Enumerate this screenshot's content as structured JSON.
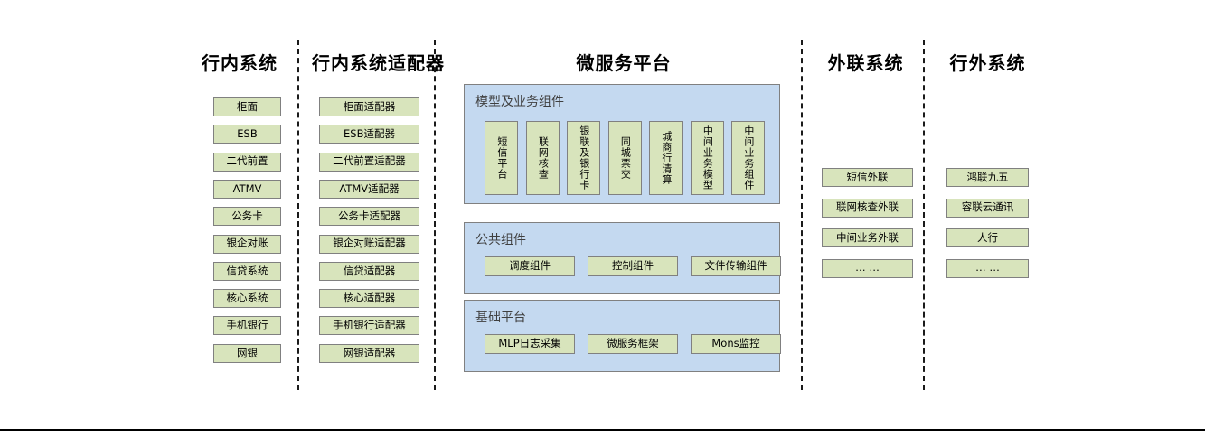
{
  "diagram": {
    "columns": [
      {
        "id": "inbank",
        "title": "行内系统",
        "nodes": [
          "柜面",
          "ESB",
          "二代前置",
          "ATMV",
          "公务卡",
          "银企对账",
          "信贷系统",
          "核心系统",
          "手机银行",
          "网银"
        ]
      },
      {
        "id": "inbank-adapter",
        "title": "行内系统适配器",
        "nodes": [
          "柜面适配器",
          "ESB适配器",
          "二代前置适配器",
          "ATMV适配器",
          "公务卡适配器",
          "银企对账适配器",
          "信贷适配器",
          "核心适配器",
          "手机银行适配器",
          "网银适配器"
        ]
      },
      {
        "id": "microservice",
        "title": "微服务平台",
        "panels": [
          {
            "id": "model-business",
            "title": "模型及业务组件",
            "orientation": "vertical",
            "nodes": [
              "短信平台",
              "联网核查",
              "银联及银行卡",
              "同城票交",
              "城商行清算",
              "中间业务模型",
              "中间业务组件"
            ]
          },
          {
            "id": "public-components",
            "title": "公共组件",
            "orientation": "horizontal",
            "nodes": [
              "调度组件",
              "控制组件",
              "文件传输组件"
            ]
          },
          {
            "id": "base-platform",
            "title": "基础平台",
            "orientation": "horizontal",
            "nodes": [
              "MLP日志采集",
              "微服务框架",
              "Mons监控"
            ]
          }
        ]
      },
      {
        "id": "external-link",
        "title": "外联系统",
        "nodes": [
          "短信外联",
          "联网核查外联",
          "中间业务外联",
          "… …"
        ]
      },
      {
        "id": "outbank",
        "title": "行外系统",
        "nodes": [
          "鸿联九五",
          "容联云通讯",
          "人行",
          "… …"
        ]
      }
    ],
    "colors": {
      "node_fill": "#d8e4bc",
      "node_border": "#808080",
      "panel_fill": "#c4d9f0",
      "panel_border": "#808080",
      "divider": "#1a1a1a",
      "text": "#000000",
      "panel_title_text": "#3f3f3f"
    }
  }
}
